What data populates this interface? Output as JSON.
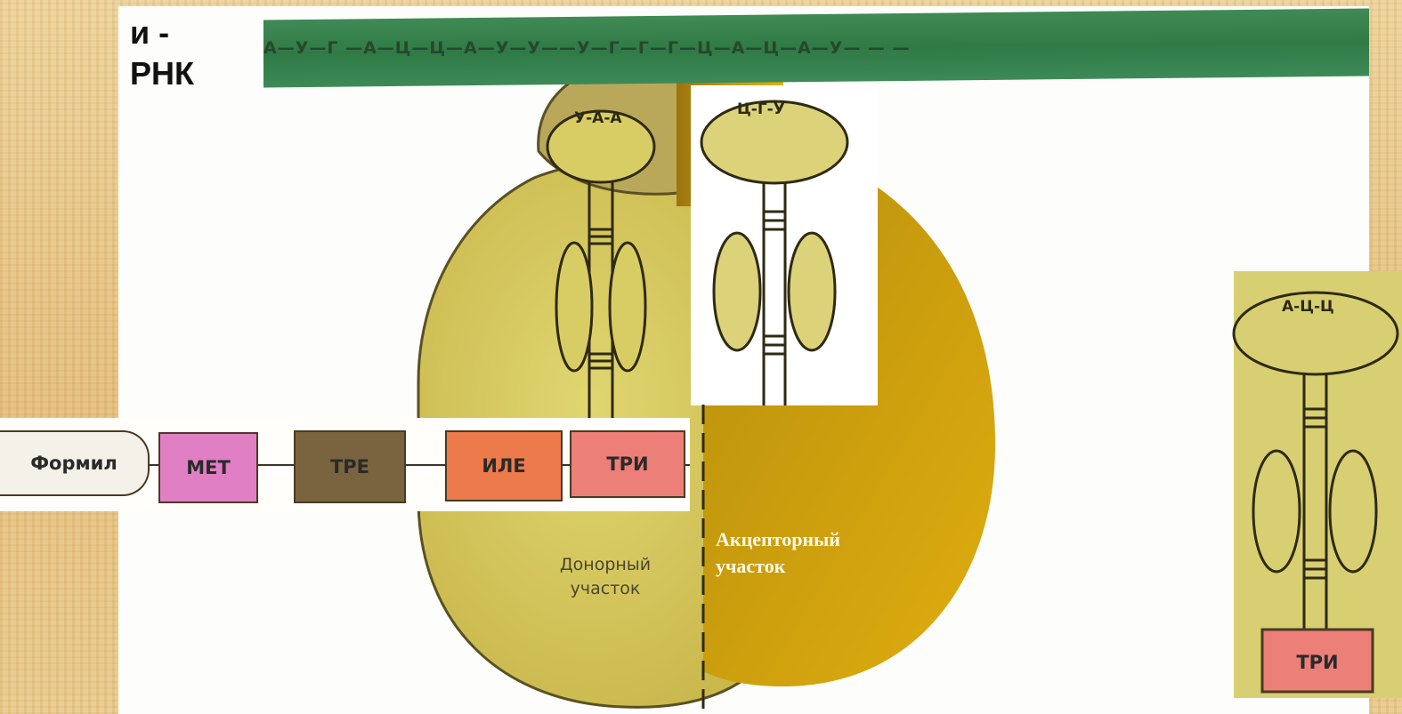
{
  "mrna": {
    "label": "и -\nРНК",
    "sequence": "А—У—Г —А—Ц—Ц—А—У—У——У—Г—Г—Г—Ц—А—Ц—А—У— — —"
  },
  "ribosome": {
    "donor_label": "Донорный\nучасток",
    "acceptor_label": "Акцепторный\nучасток"
  },
  "trna_donor": {
    "anticodon": "У-А-А"
  },
  "trna_acceptor": {
    "anticodon": "Ц-Г-У"
  },
  "trna_incoming": {
    "anticodon": "А-Ц-Ц",
    "amino_acid": "ТРИ"
  },
  "peptide_chain": [
    {
      "label": "Формил",
      "color": "#f4f1e8"
    },
    {
      "label": "МЕТ",
      "color": "#e07fc4"
    },
    {
      "label": "ТРЕ",
      "color": "#7a6440"
    },
    {
      "label": "ИЛЕ",
      "color": "#ec7a4a"
    },
    {
      "label": "ТРИ",
      "color": "#ec7f78"
    }
  ],
  "colors": {
    "ribosome": "#d9cd5e",
    "mrna": "#2f7a45",
    "gold_accent": "#c8980a",
    "trna_fill": "#dcd27a"
  }
}
